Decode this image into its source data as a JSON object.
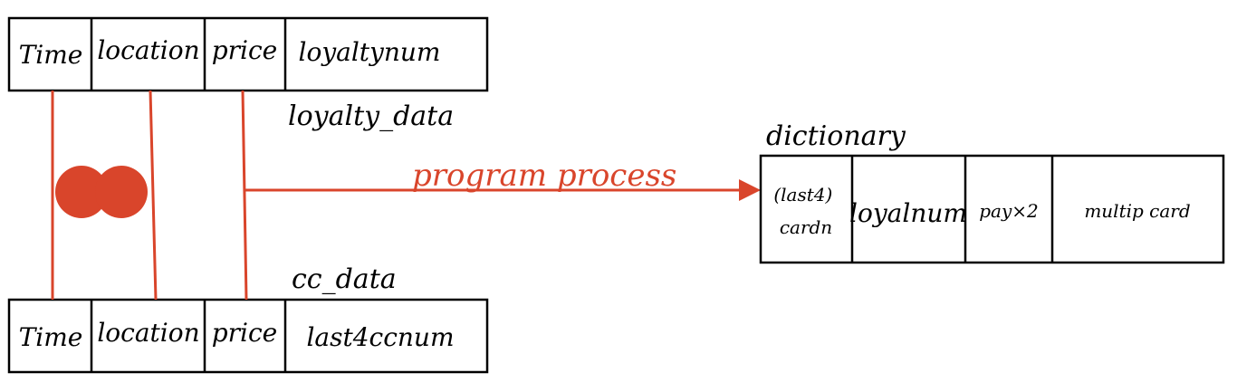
{
  "colors": {
    "ink": "#000000",
    "accent": "#d9452b"
  },
  "loyalty_table": {
    "label": "loyalty_data",
    "columns": [
      "Time",
      "location",
      "price",
      "loyaltynum"
    ]
  },
  "cc_table": {
    "label": "cc_data",
    "columns": [
      "Time",
      "location",
      "price",
      "last4ccnum"
    ]
  },
  "process": {
    "label": "program process"
  },
  "dictionary": {
    "label": "dictionary",
    "columns": [
      "(last4) cardn",
      "loyalnum",
      "pay×2",
      "multip card"
    ]
  }
}
